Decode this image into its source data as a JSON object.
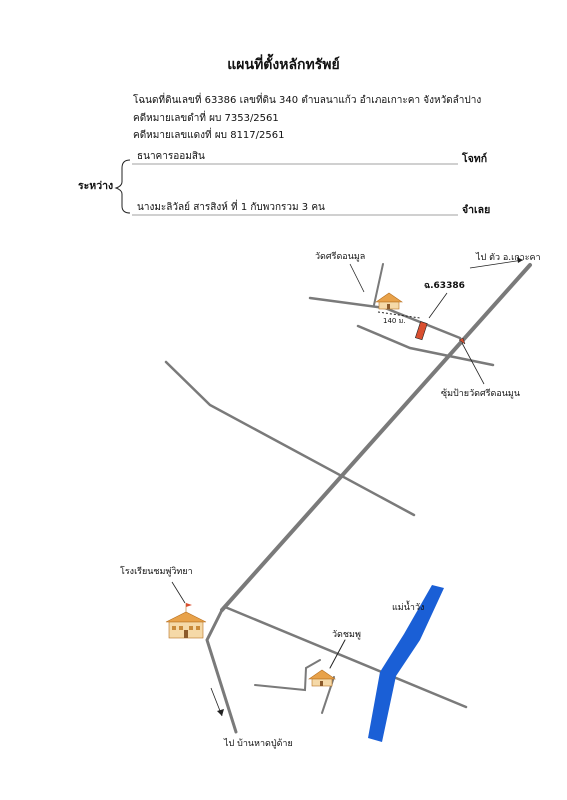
{
  "title": "แผนที่ตั้งหลักทรัพย์",
  "deed_line": "โฉนดที่ดินเลขที่  63386  เลขที่ดิน  340  ตำบลนาแก้ว  อำเภอเกาะคา  จังหวัดลำปาง",
  "black_case_line": "คดีหมายเลขดำที่    ผบ  7353/2561",
  "red_case_line": "คดีหมายเลขแดงที่    ผบ  8117/2561",
  "between_label": "ระหว่าง",
  "plaintiff_name": "ธนาคารออมสิน",
  "plaintiff_role": "โจทก์",
  "defendant_name": "นางมะลิวัลย์  สารสิงห์  ที่  1  กับพวกรวม  3  คน",
  "defendant_role": "จำเลย",
  "map": {
    "temple_north": "วัดศรีดอนมูล",
    "parcel_label": "ฉ.63386",
    "distance_label": "140 ม.",
    "to_north": "ไป ตัว อ.เกาะคา",
    "junction_label": "ซุ้มป้ายวัดศรีดอนมูน",
    "school_label": "โรงเรียนชมพู่วิทยา",
    "river_label": "แม่น้ำวัง",
    "temple_south": "วัดชมพู",
    "to_south": "ไป บ้านหาดปู่ด้าย",
    "parcel_color": "#d94f30",
    "river_color": "#1a5fd6",
    "road_color": "#7a7a7a"
  }
}
